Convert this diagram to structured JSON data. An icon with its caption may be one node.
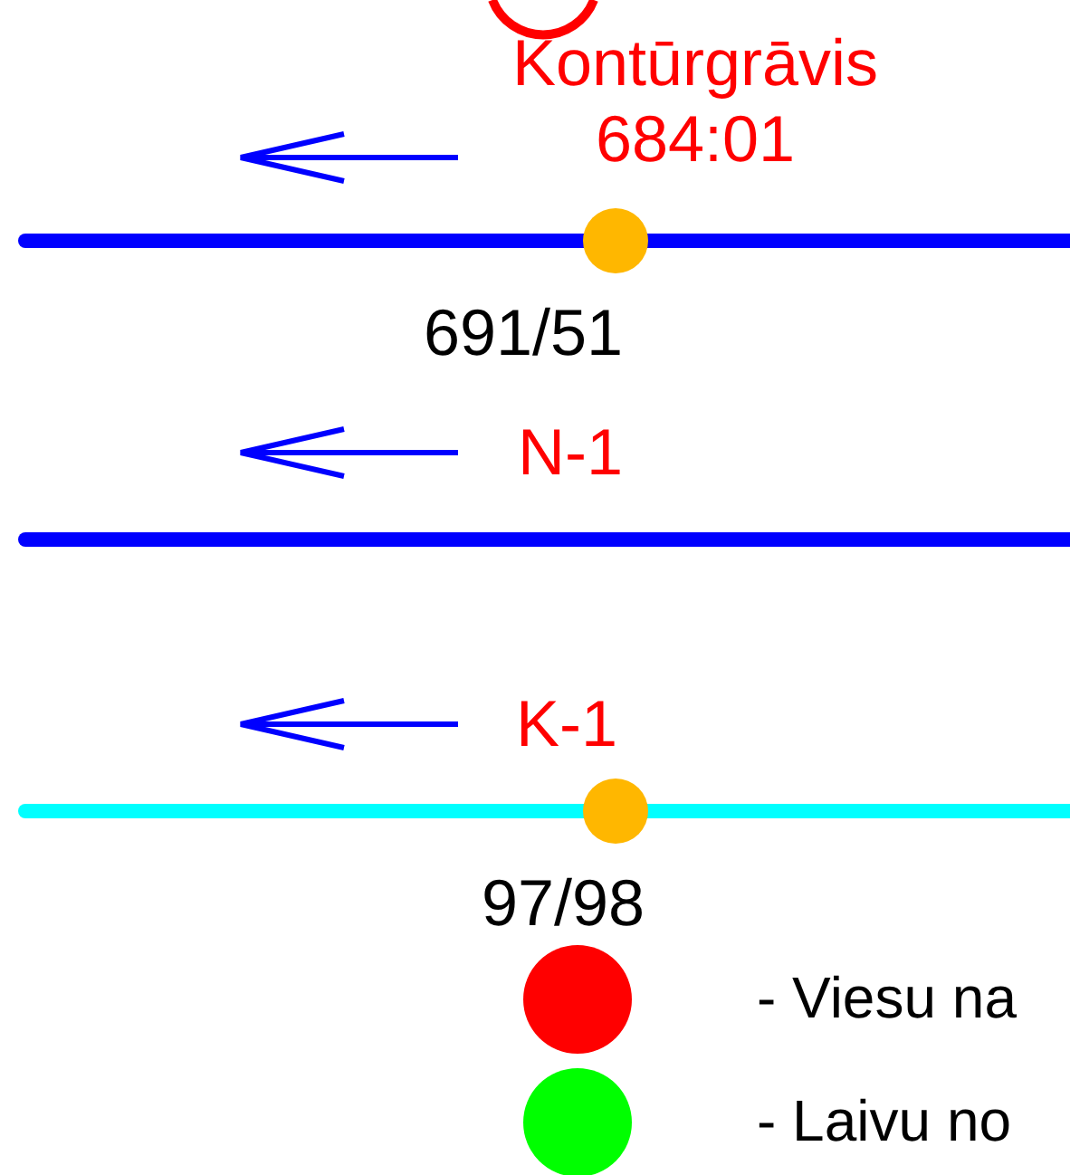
{
  "diagram": {
    "labels": [
      "Kontūrgrāvis 684:01",
      "691/51",
      "N-1",
      "K-1",
      "97/98"
    ],
    "legend": [
      {
        "text": "- Viesu na",
        "color": "#ff0000"
      },
      {
        "text": "- Laivu no",
        "color": "#00ff00"
      }
    ]
  }
}
